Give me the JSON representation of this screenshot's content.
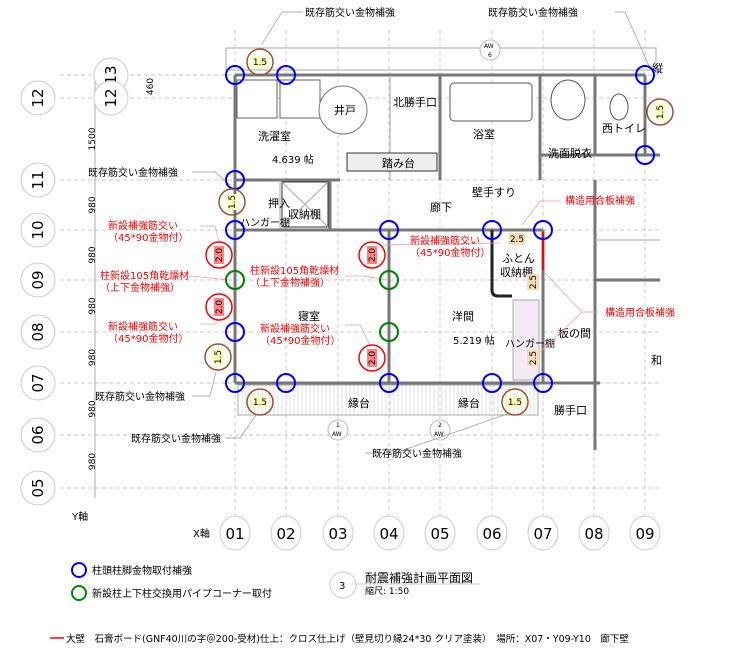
{
  "title": "耐震補強計画平面図",
  "scale": "縮尺: 1:50",
  "view_number": "3",
  "x_axis": {
    "label": "X軸",
    "ticks": [
      "01",
      "02",
      "03",
      "04",
      "05",
      "06",
      "07",
      "08",
      "09"
    ]
  },
  "y_axis": {
    "label": "Y軸",
    "ticks": [
      "13",
      "12",
      "11",
      "10",
      "09",
      "08",
      "07",
      "06",
      "05"
    ],
    "dims": [
      "460",
      "1500",
      "980",
      "980",
      "980",
      "980",
      "980",
      "980"
    ]
  },
  "rooms": {
    "laundry": "洗濯室",
    "laundry_area": "4.639 帖",
    "well": "井戸",
    "north_door": "北勝手口",
    "bath": "浴室",
    "toilet": "西トイレ",
    "washroom": "洗面脱衣",
    "step": "踏み台",
    "closet": "押入",
    "storage": "収納棚",
    "hanger1": "ハンガー棚",
    "handrail": "壁手すり",
    "corridor": "廊下",
    "bedroom": "寝室",
    "western": "洋間",
    "western_area": "5.219 帖",
    "futon": "ふとん",
    "futon2": "収納棚",
    "hanger2": "ハンガー棚",
    "wood_room": "板の間",
    "japanese": "和",
    "kitchen_door": "勝手口",
    "veranda1": "縁台",
    "veranda2": "縁台",
    "downspout": "縦",
    "aw6_top": "AW",
    "aw6_bot": "6",
    "aw1_top": "1",
    "aw1_bot": "AW",
    "aw2_top": "2",
    "aw2_bot": "AW"
  },
  "annotations": {
    "existing_brace": "既存筋交い金物補強",
    "new_brace": "新設補強筋交い",
    "new_brace_sub": "（45*90金物付）",
    "new_column": "柱新設105角乾燥材",
    "new_column_sub": "（上下金物補強）",
    "plywood": "構造用合板補強"
  },
  "marker_values": {
    "new": "2.0",
    "existing": "1.5",
    "plywood": "2.5"
  },
  "legend": {
    "blue": "柱頭柱脚金物取付補強",
    "green": "新設柱上下柱交換用パイプコーナー取付",
    "red_line": "大壁　石膏ボード(GNF40川の字＠200-受材)仕上：クロス仕上げ（壁見切り縁24*30 クリア塗装）　場所：X07・Y09-Y10　廊下壁"
  },
  "colors": {
    "blue": "#0000ff",
    "green": "#008000",
    "red": "#ff0000",
    "brown": "#a0522d",
    "label_bg": "#ffffc0",
    "red_bg": "#ff8080",
    "plywood_bg": "#f5deb3"
  }
}
